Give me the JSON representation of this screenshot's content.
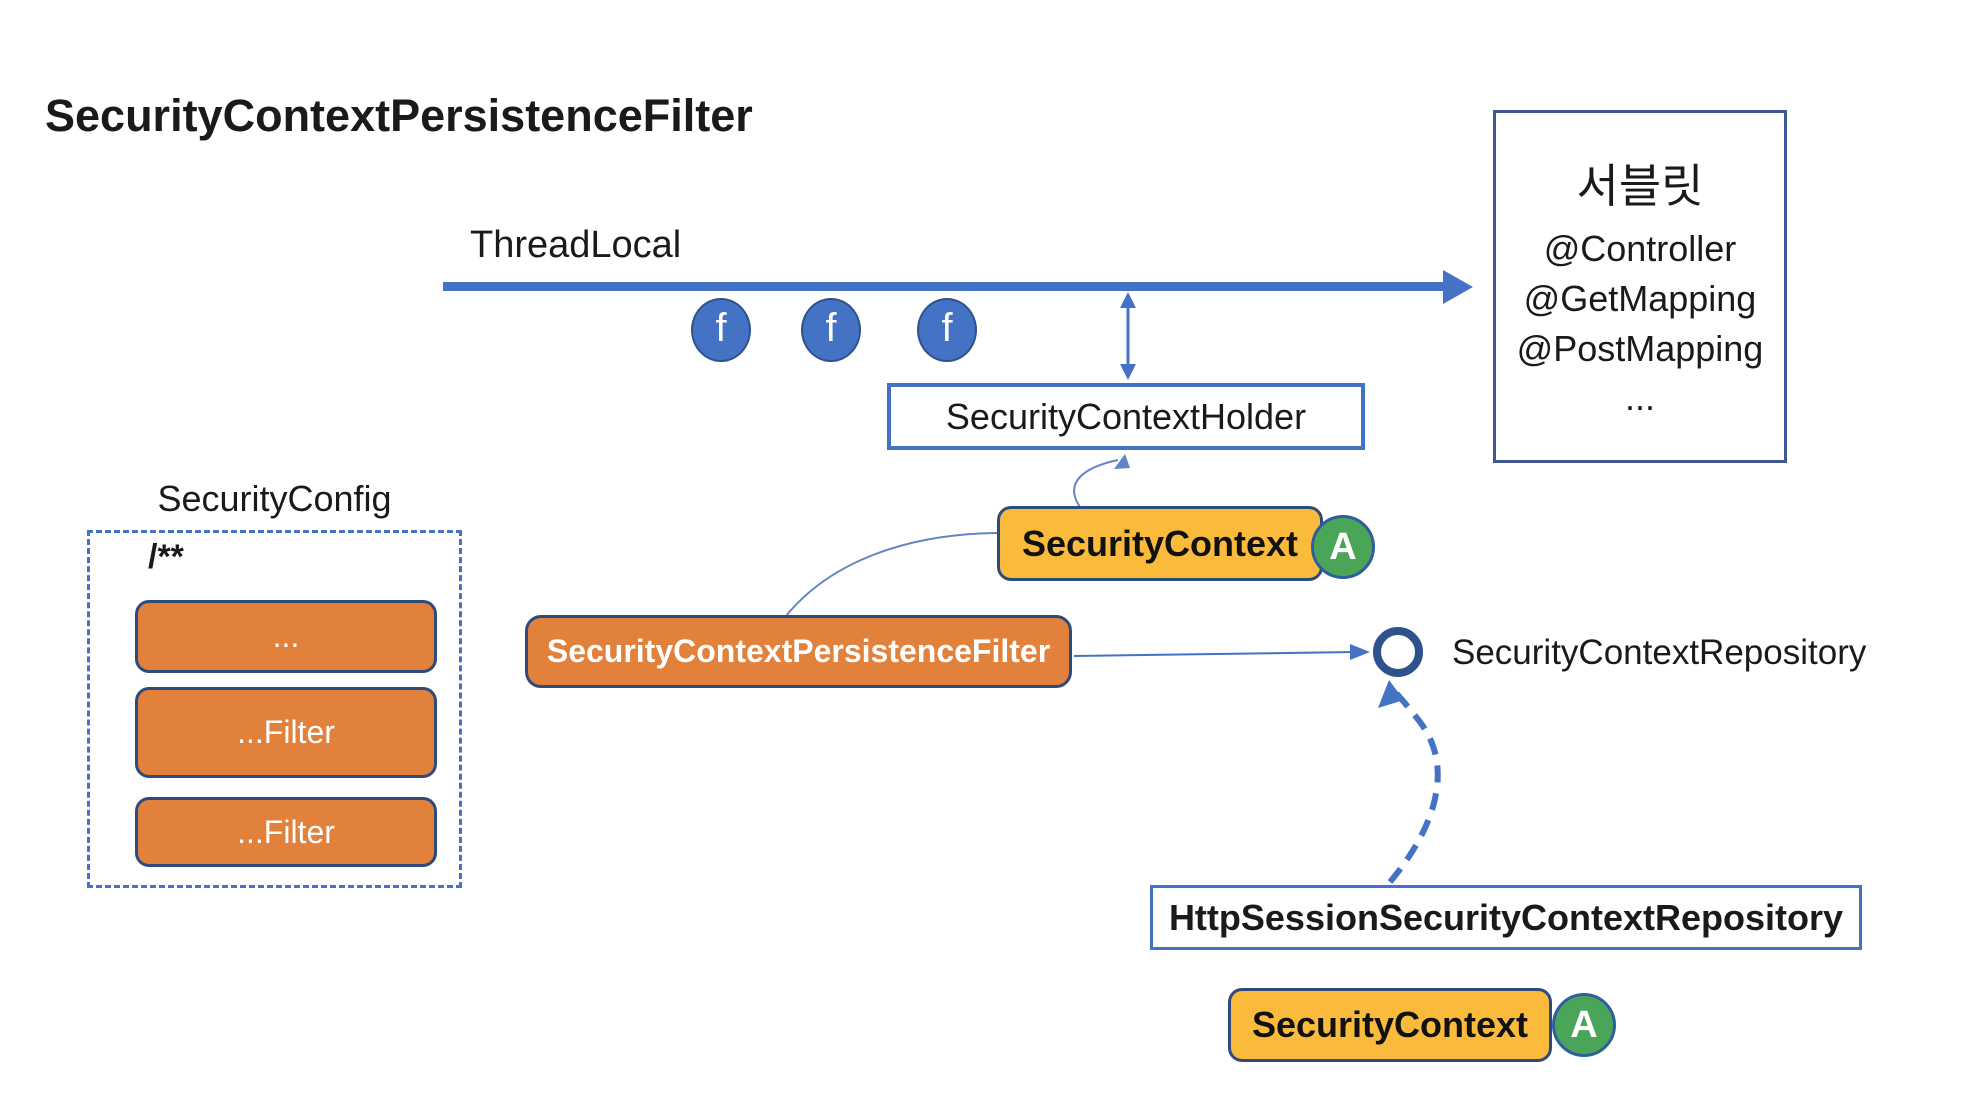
{
  "title": "SecurityContextPersistenceFilter",
  "thread": {
    "label": "ThreadLocal",
    "badges": [
      "f",
      "f",
      "f"
    ]
  },
  "servlet_box": {
    "line1": "서블릿",
    "line2": "@Controller",
    "line3": "@GetMapping",
    "line4": "@PostMapping",
    "line5": "..."
  },
  "holder_box": {
    "label": "SecurityContextHolder"
  },
  "security_context_top": {
    "label": "SecurityContext",
    "badge": "A"
  },
  "filter_box": {
    "label": "SecurityContextPersistenceFilter"
  },
  "security_config": {
    "label": "SecurityConfig",
    "comment": "/**",
    "filters": [
      "...",
      "...Filter",
      "...Filter"
    ]
  },
  "repository": {
    "interface_label": "SecurityContextRepository",
    "impl_label": "HttpSessionSecurityContextRepository",
    "security_context": {
      "label": "SecurityContext",
      "badge": "A"
    }
  },
  "colors": {
    "accent_blue": "#4472C4",
    "dark_blue_border": "#2E528C",
    "navy_box_border": "#3F5694",
    "orange_fill": "#E2813C",
    "orange_border": "#2F4B7C",
    "yellow_fill": "#FABB3C",
    "green_fill": "#4BA558",
    "green_border": "#2F5E9E",
    "text": "#1a1a1a"
  }
}
